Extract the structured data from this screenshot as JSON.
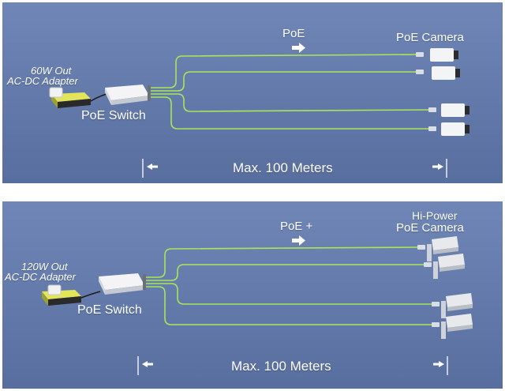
{
  "panels": [
    {
      "standard": "PoE",
      "adapter_line1": "60W Out",
      "adapter_line2": "AC-DC Adapter",
      "switch_label": "PoE Switch",
      "camera_label_line1": "",
      "camera_label_line2": "PoE Camera",
      "distance_label": "Max. 100 Meters"
    },
    {
      "standard": "PoE +",
      "adapter_line1": "120W Out",
      "adapter_line2": "AC-DC Adapter",
      "switch_label": "PoE Switch",
      "camera_label_line1": "Hi-Power",
      "camera_label_line2": "PoE Camera",
      "distance_label": "Max. 100 Meters"
    }
  ],
  "icons": {
    "direction_arrow": "right-arrow-icon",
    "distance_left": "left-arrow-bar-icon",
    "distance_right": "right-arrow-bar-icon",
    "camera_top": "box-camera-icon",
    "camera_bottom": "bullet-camera-icon"
  },
  "colors": {
    "background": "#6279a9",
    "cable": "#a8e65a",
    "text": "#ffffff"
  }
}
